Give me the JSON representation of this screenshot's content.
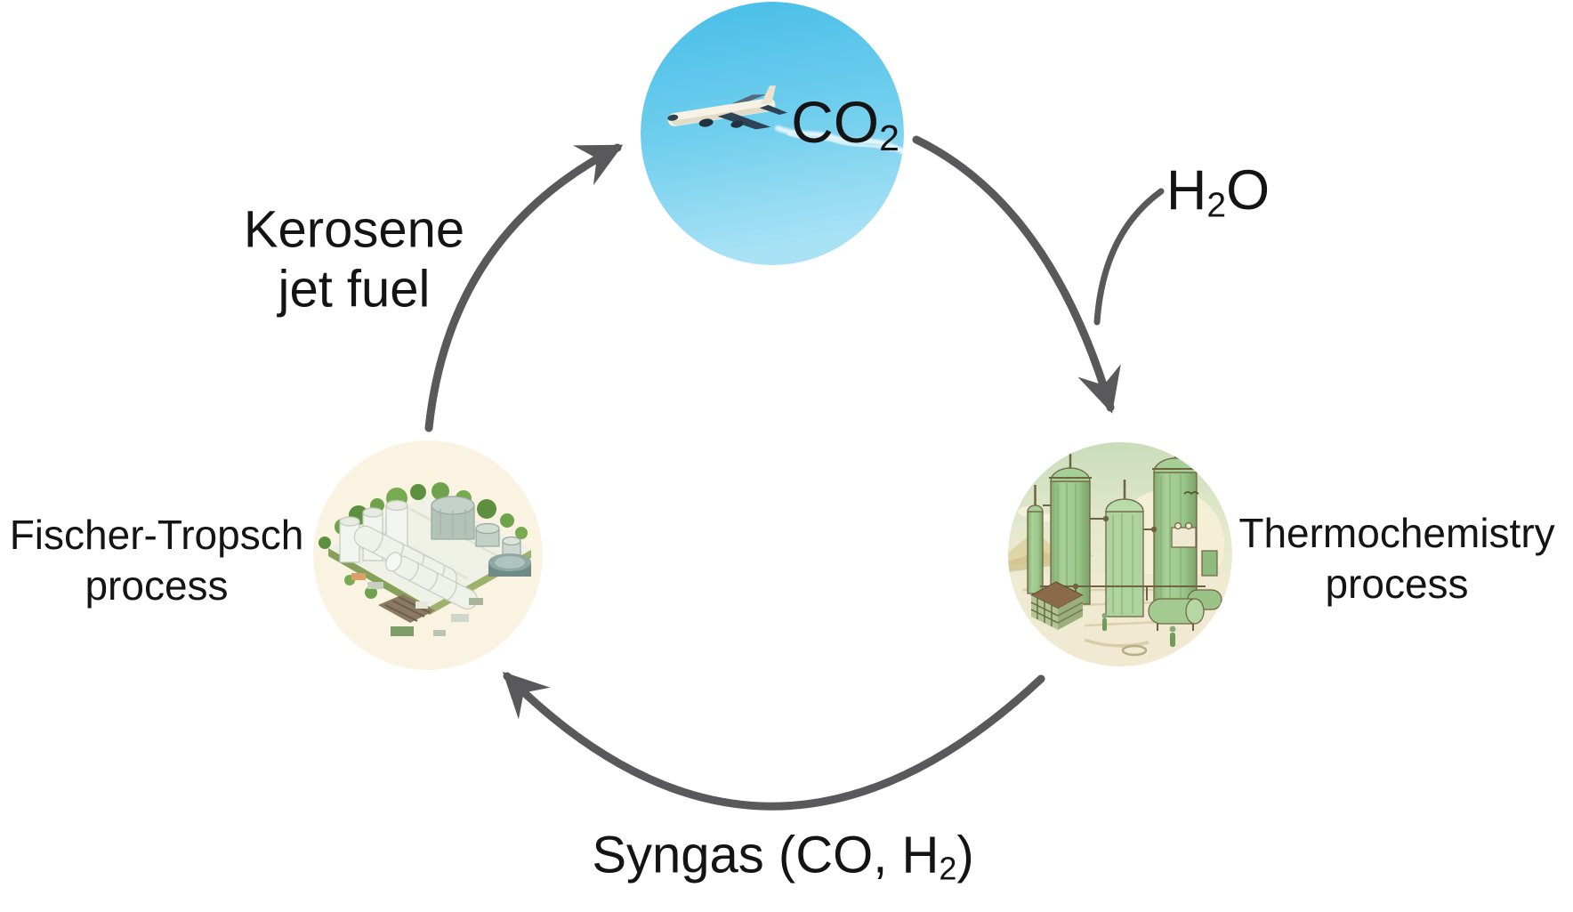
{
  "diagram": {
    "arrow_color": "#59595b",
    "labels": {
      "co2": {
        "main": "CO",
        "sub": "2"
      },
      "h2o": {
        "h": "H",
        "sub": "2",
        "o": "O"
      },
      "kerosene": {
        "line1": "Kerosene",
        "line2": "jet fuel"
      },
      "syngas": {
        "pre": "Syngas (CO, H",
        "sub": "2",
        "post": ")"
      },
      "thermochemistry": {
        "line1": "Thermochemistry",
        "line2": "process"
      },
      "fischer_tropsch": {
        "line1": "Fischer-Tropsch",
        "line2": "process"
      }
    },
    "nodes": {
      "sky_circle": {
        "top_color": "#49bfe8",
        "bottom_color": "#a9e2f5"
      },
      "thermo_plant": {
        "tank_color": "#9cc78b",
        "background": "#f2ecd5"
      },
      "fischer_plant": {
        "background": "#faf3e1",
        "tank_color": "#f2f4ef"
      }
    }
  }
}
